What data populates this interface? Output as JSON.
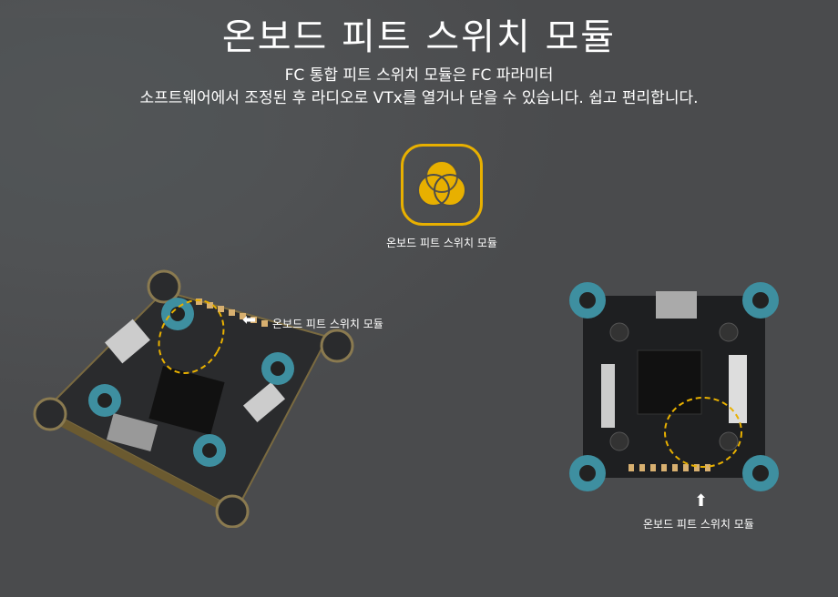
{
  "header": {
    "title": "온보드 피트 스위치 모듈",
    "subtitle_line1": "FC 통합 피트 스위치 모듈은 FC 파라미터",
    "subtitle_line2": "소프트웨어에서 조정된 후 라디오로 VTx를 열거나 닫을 수 있습니다. 쉽고 편리합니다."
  },
  "feature_icon": {
    "icon": "venn-circles-icon",
    "label": "온보드 피트 스위치 모듈",
    "color": "#e8b000"
  },
  "callouts": [
    {
      "label": "온보드 피트 스위치 모듈",
      "arrow": "arrow-left"
    },
    {
      "label": "온보드 피트 스위치 모듈",
      "arrow": "arrow-up"
    }
  ],
  "colors": {
    "background": "#4a4b4d",
    "accent": "#e8b000",
    "mount": "#3e8fa0"
  }
}
